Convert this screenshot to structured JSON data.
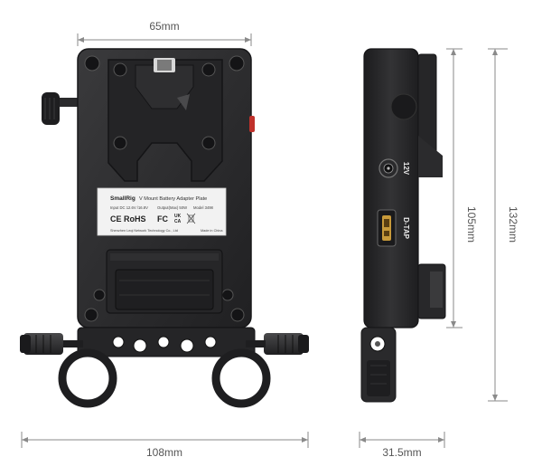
{
  "dimensions": {
    "top_width": "65mm",
    "bottom_width": "108mm",
    "side_width": "31.5mm",
    "inner_height": "105mm",
    "outer_height": "132mm"
  },
  "label": {
    "brand": "SmallRig",
    "product": "V Mount Battery Adapter Plate",
    "input": "Input DC 12.6V /16.8V",
    "output": "Output(Max) 50W",
    "model": "Model 3498",
    "cert_ce": "CE",
    "cert_rohs": "RoHS",
    "cert_fc": "FC",
    "cert_ukca_top": "UK",
    "cert_ukca_bottom": "CA",
    "company": "Shenzhen Leqi Network Technology Co., Ltd",
    "made_in": "Made in China"
  },
  "ports": {
    "power_12v": "12V",
    "dtap": "D-TAP"
  },
  "colors": {
    "body": "#2a2a2c",
    "body_edge": "#1a1a1b",
    "dim_line": "#8a8a8a",
    "label_bg": "#f2f2f2",
    "accent_red": "#c0312b",
    "dtap_gold": "#c89a3a"
  }
}
